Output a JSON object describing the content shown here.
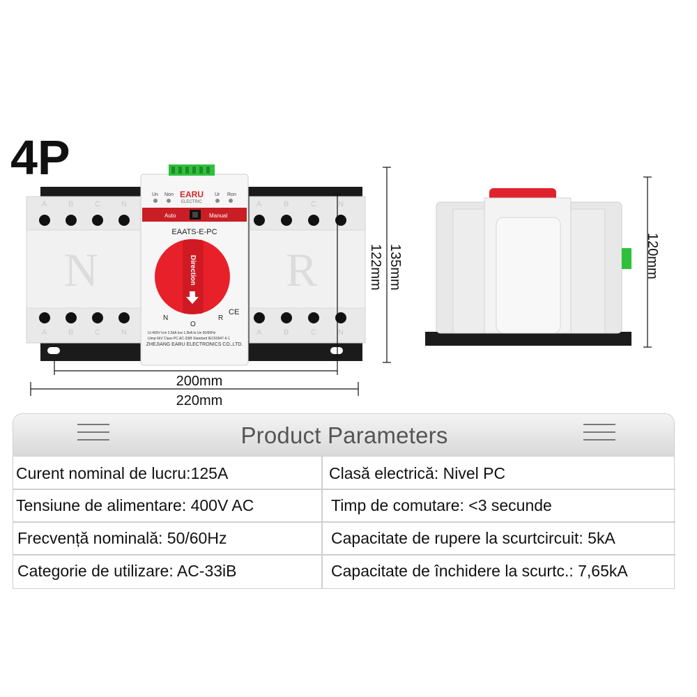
{
  "pole_label": "4P",
  "device": {
    "brand": "EARU",
    "brand_sub": "ELECTRIC",
    "model": "EAATS-E-PC",
    "indicators": [
      "Un",
      "Non",
      "Ur",
      "Ron"
    ],
    "mode_left": "Auto",
    "mode_right": "Manual",
    "knob_text": "Direction",
    "knob_positions": [
      "N",
      "O",
      "R"
    ],
    "ce_mark": "CE",
    "spec_line_1": "Ui 400V  Icm 2.5kA  Icw 1.5kA  Ie      Ue  50/60Hz",
    "spec_line_2": "Uimp 6kV   Class PC   AC-33iB   Standard IEC60947-6-1",
    "manufacturer": "ZHEJIANG EARU ELECTRONICS CO.,LTD.",
    "phase_labels": [
      "A",
      "B",
      "C",
      "N"
    ],
    "side_left_letter": "N",
    "side_right_letter": "R"
  },
  "dimensions": {
    "width_inner": "200mm",
    "width_outer": "220mm",
    "height_inner": "122mm",
    "height_outer": "135mm",
    "side_height": "120mm"
  },
  "parameters": {
    "title": "Product Parameters",
    "rows": [
      {
        "left": "Curent nominal de lucru:125A",
        "right": "Clasă electrică: Nivel PC"
      },
      {
        "left": "Tensiune de alimentare: 400V AC",
        "right": "Timp de comutare: <3 secunde"
      },
      {
        "left": "Frecvență nominală: 50/60Hz",
        "right": "Capacitate de rupere la scurtcircuit: 5kA"
      },
      {
        "left": "Categorie de utilizare: AC-33iB",
        "right": "Capacitate de închidere la scurtc.: 7,65kA"
      }
    ]
  },
  "colors": {
    "knob_red": "#e8202a",
    "terminal_green": "#2fbf3a",
    "body_grey": "#eaeaea",
    "rail_black": "#1b1b1b"
  }
}
